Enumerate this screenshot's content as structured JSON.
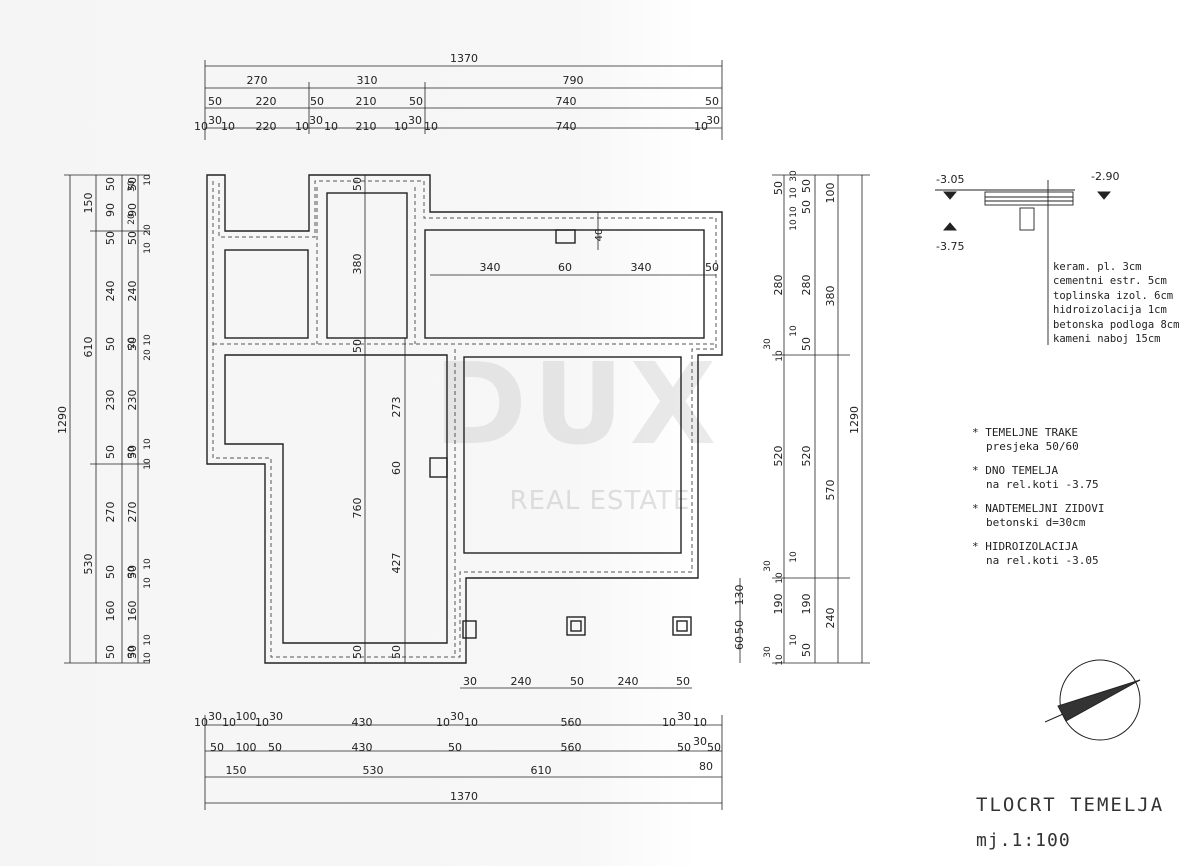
{
  "drawing": {
    "title": "TLOCRT TEMELJA",
    "scale": "mj.1:100"
  },
  "watermark": {
    "logo_text": "DUX",
    "subtext": "REAL ESTATE"
  },
  "top_dimensions": {
    "row1": [
      "1370"
    ],
    "row2": [
      "270",
      "310",
      "790"
    ],
    "row3": [
      "50",
      "220",
      "50",
      "210",
      "50",
      "740",
      "50"
    ],
    "row4": [
      "10",
      "30",
      "10",
      "220",
      "10",
      "30",
      "10",
      "210",
      "10",
      "30",
      "10",
      "740",
      "10",
      "30"
    ]
  },
  "bottom_dimensions": {
    "row0": [
      "30",
      "240",
      "50",
      "240",
      "50"
    ],
    "row1": [
      "10",
      "30",
      "10",
      "100",
      "10",
      "30",
      "430",
      "10",
      "30",
      "10",
      "560",
      "10",
      "30",
      "10"
    ],
    "row2": [
      "50",
      "100",
      "50",
      "430",
      "50",
      "560",
      "50",
      "30",
      "50"
    ],
    "row3": [
      "150",
      "530",
      "610",
      "80"
    ],
    "row4": [
      "1370"
    ]
  },
  "left_dimensions": {
    "total": "1290",
    "col2": [
      "150",
      "610",
      "530"
    ],
    "col3": [
      "50",
      "90",
      "50",
      "240",
      "50",
      "230",
      "50",
      "270",
      "50",
      "160",
      "50"
    ],
    "col4": [
      "50",
      "90",
      "50",
      "240",
      "50",
      "230",
      "50",
      "270",
      "50",
      "160",
      "50"
    ],
    "col5": [
      "30",
      "20",
      "20",
      "10",
      "10",
      "20",
      "20",
      "10",
      "10",
      "30",
      "10",
      "10",
      "30",
      "10",
      "10",
      "30",
      "10"
    ]
  },
  "right_dimensions": {
    "total": "1290",
    "col_outer": [
      "100",
      "380",
      "570",
      "240"
    ],
    "col_mid": [
      "50",
      "50",
      "280",
      "50",
      "520",
      "190",
      "50"
    ],
    "col_inner": [
      "50",
      "280",
      "520",
      "190"
    ],
    "col_small": [
      "30",
      "10",
      "10",
      "10",
      "10",
      "30",
      "10",
      "10",
      "30",
      "10",
      "10",
      "30",
      "10"
    ],
    "col_stair": [
      "130",
      "60",
      "50"
    ]
  },
  "interior_dimensions": {
    "h_340_left": "340",
    "h_60": "60",
    "h_340_right": "340",
    "h_50_right": "50",
    "v_40": "40",
    "v_50_a": "50",
    "v_380": "380",
    "v_50_b": "50",
    "v_273": "273",
    "v_60": "60",
    "v_760": "760",
    "v_427": "427",
    "v_50_c": "50",
    "v_50_d": "50"
  },
  "section_detail": {
    "level_top_left": "-3.05",
    "level_top_right": "-2.90",
    "level_bottom": "-3.75",
    "layers": [
      "keram. pl. 3cm",
      "cementni estr. 5cm",
      "toplinska izol. 6cm",
      "hidroizolacija 1cm",
      "betonska podloga 8cm",
      "kameni naboj 15cm"
    ]
  },
  "notes": [
    {
      "title": "* TEMELJNE TRAKE",
      "sub": "presjeka 50/60"
    },
    {
      "title": "* DNO TEMELJA",
      "sub": "na rel.koti    -3.75"
    },
    {
      "title": "* NADTEMELJNI ZIDOVI",
      "sub": "betonski d=30cm"
    },
    {
      "title": "* HIDROIZOLACIJA",
      "sub": "na rel.koti    -3.05"
    }
  ],
  "colors": {
    "line": "#222222",
    "hatch": "#555555",
    "watermark": "#b4b4b4"
  }
}
